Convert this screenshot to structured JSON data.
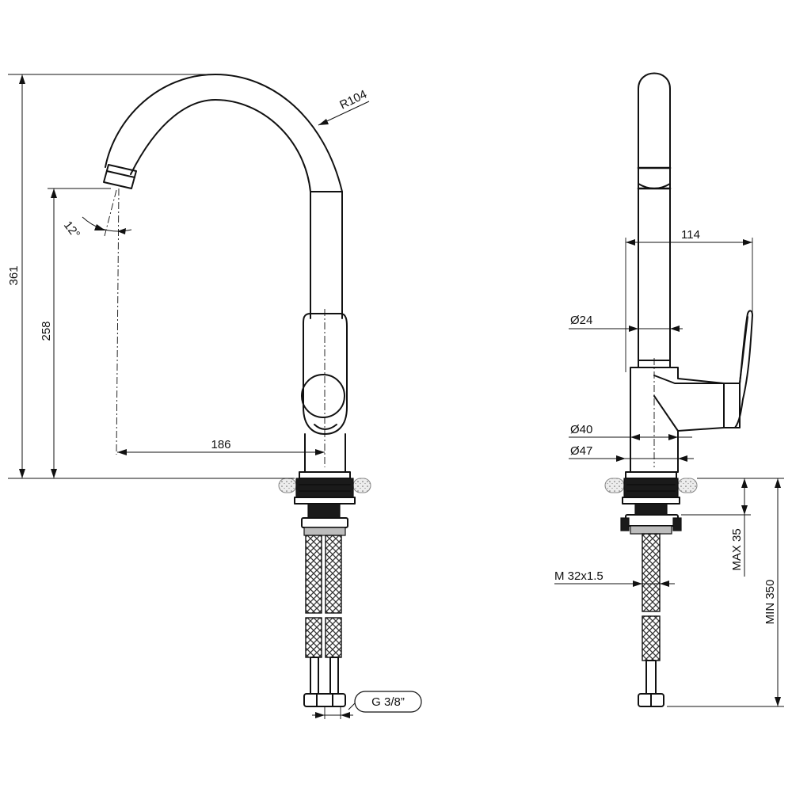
{
  "front_view": {
    "height_total": "361",
    "height_spout": "258",
    "reach": "186",
    "radius": "R104",
    "angle": "12°",
    "thread": "G 3/8”"
  },
  "side_view": {
    "depth": "114",
    "dia_spout": "Ø24",
    "dia_body": "Ø40",
    "dia_base": "Ø47",
    "mount_thread": "M 32x1.5",
    "max_thickness": "MAX 35",
    "min_hose": "MIN 350"
  }
}
